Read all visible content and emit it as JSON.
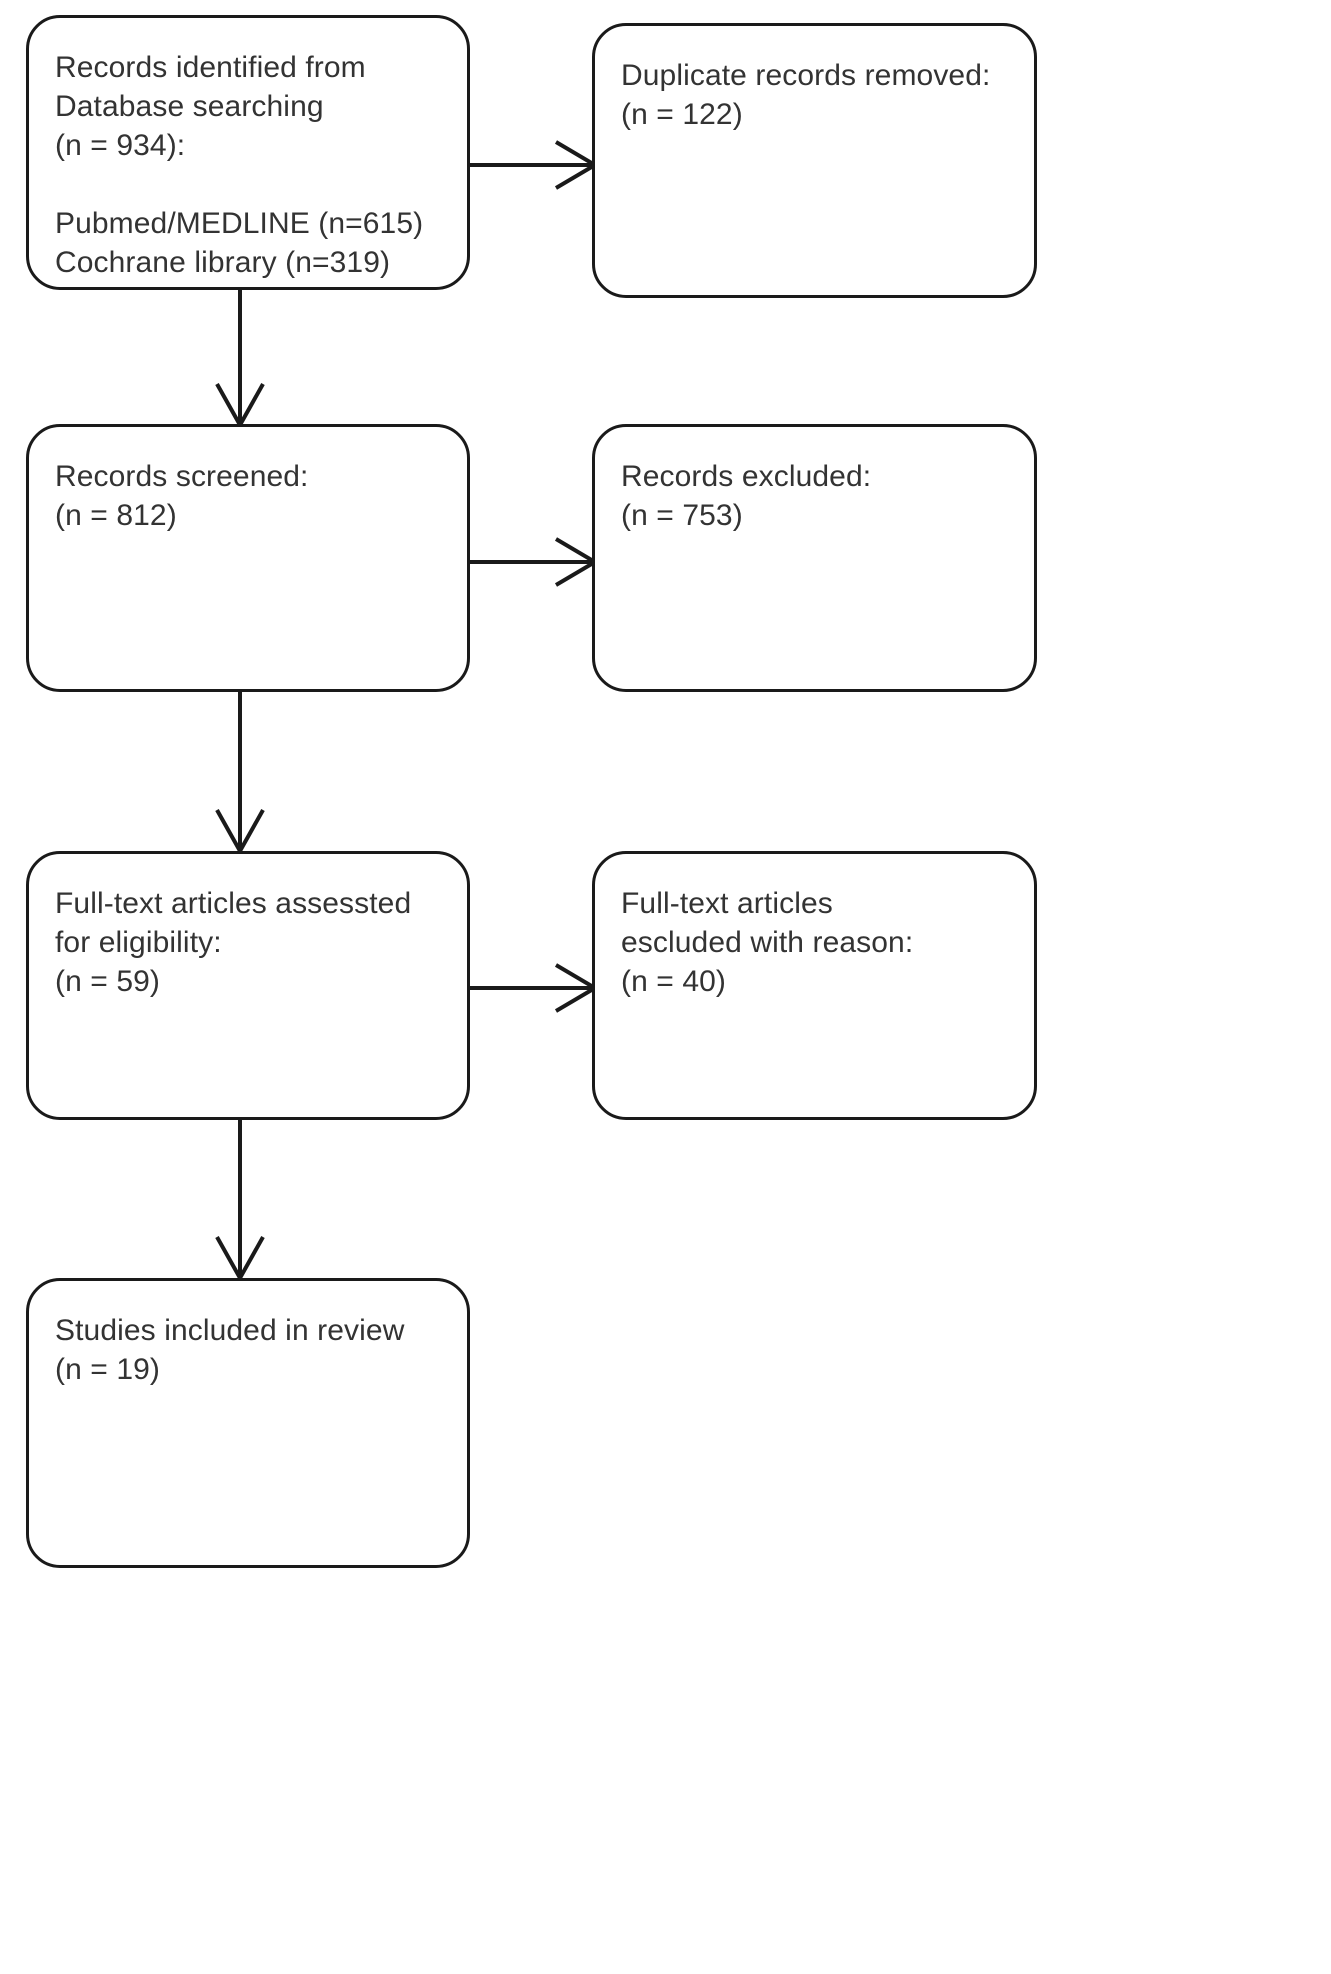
{
  "diagram": {
    "type": "prisma-flow-diagram",
    "title": "PRISMA study selection flow diagram",
    "stroke_color": "#1a1a1a",
    "text_color": "#333333",
    "background_color": "#ffffff",
    "nodes": [
      {
        "id": "identification",
        "name": "records-identified-box",
        "text": "Records identified from\nDatabase searching\n(n = 934):\n\nPubmed/MEDLINE (n=615)\nCochrane library (n=319)",
        "count": 934,
        "sources": [
          {
            "label": "Pubmed/MEDLINE",
            "n": 615
          },
          {
            "label": "Cochrane library",
            "n": 319
          }
        ]
      },
      {
        "id": "duplicates-removed",
        "name": "duplicate-records-removed-box",
        "text": "Duplicate records removed:\n(n = 122)",
        "count": 122
      },
      {
        "id": "screened",
        "name": "records-screened-box",
        "text": "Records screened:\n(n = 812)",
        "count": 812
      },
      {
        "id": "records-excluded",
        "name": "records-excluded-box",
        "text": "Records excluded:\n(n = 753)",
        "count": 753
      },
      {
        "id": "fulltext-assessed",
        "name": "full-text-assessed-box",
        "text": "Full-text articles assessted\nfor eligibility:\n(n = 59)",
        "count": 59
      },
      {
        "id": "fulltext-excluded",
        "name": "full-text-excluded-box",
        "text": "Full-text articles\nescluded with reason:\n(n = 40)",
        "count": 40
      },
      {
        "id": "included",
        "name": "studies-included-box",
        "text": "Studies included in review\n(n = 19)",
        "count": 19
      }
    ],
    "edges": [
      {
        "from": "identification",
        "to": "duplicates-removed",
        "direction": "right"
      },
      {
        "from": "identification",
        "to": "screened",
        "direction": "down"
      },
      {
        "from": "screened",
        "to": "records-excluded",
        "direction": "right"
      },
      {
        "from": "screened",
        "to": "fulltext-assessed",
        "direction": "down"
      },
      {
        "from": "fulltext-assessed",
        "to": "fulltext-excluded",
        "direction": "right"
      },
      {
        "from": "fulltext-assessed",
        "to": "included",
        "direction": "down"
      }
    ]
  }
}
